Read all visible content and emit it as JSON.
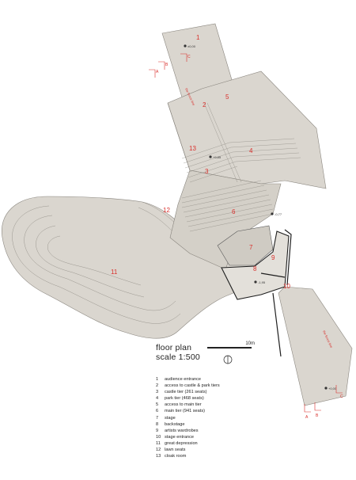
{
  "title": {
    "line1": "floor plan",
    "line2": "scale 1:500"
  },
  "scale_bar": {
    "label": "10m"
  },
  "north_icon": "north-arrow-circle-icon",
  "legend": [
    {
      "num": "1",
      "text": "audience entrance"
    },
    {
      "num": "2",
      "text": "access to castle & park tiers"
    },
    {
      "num": "3",
      "text": "castle tier (261 seats)"
    },
    {
      "num": "4",
      "text": "park tier (468 seats)"
    },
    {
      "num": "5",
      "text": "access to main tier"
    },
    {
      "num": "6",
      "text": "main tier (941 seats)"
    },
    {
      "num": "7",
      "text": "stage"
    },
    {
      "num": "8",
      "text": "backstage"
    },
    {
      "num": "9",
      "text": "artists wardrobes"
    },
    {
      "num": "10",
      "text": "stage entrance"
    },
    {
      "num": "11",
      "text": "great depression"
    },
    {
      "num": "12",
      "text": "lawn seats"
    },
    {
      "num": "13",
      "text": "cloak room"
    }
  ],
  "plan_labels": {
    "n1": "1",
    "n2": "2",
    "n3": "3",
    "n4": "4",
    "n5": "5",
    "n6": "6",
    "n7": "7",
    "n8": "8",
    "n9": "9",
    "n10": "10",
    "n11": "11",
    "n12": "12",
    "n13": "13"
  },
  "elevations": {
    "e1": "±0,00",
    "e2": "+9,85",
    "e3": "-0,77",
    "e4": "-1,95",
    "e5": "+0,00"
  },
  "section_marks": {
    "a": "A",
    "b": "B",
    "c": "C"
  },
  "fence_label": "the fence line",
  "colors": {
    "fill": "#dad6cf",
    "line": "#8a867f",
    "dark": "#1e1e1e",
    "accent": "#d9302c"
  }
}
